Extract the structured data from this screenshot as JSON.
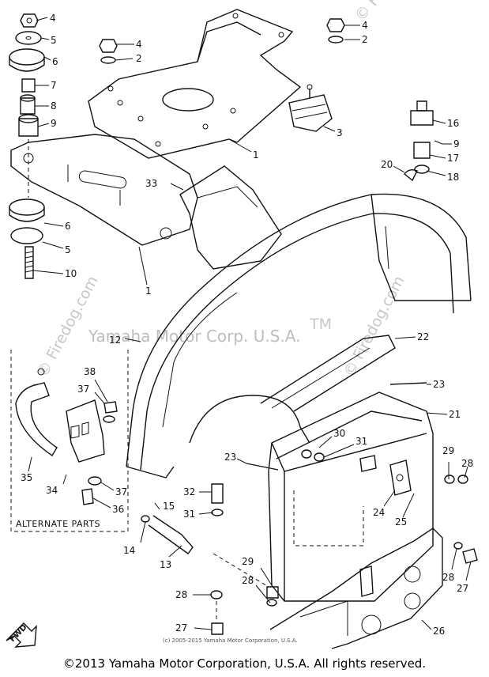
{
  "watermarks": {
    "main": "Yamaha Motor Corp. U.S.A.",
    "tm": "TM",
    "firedog_left": "© Firedog.com",
    "firedog_right": "© Firedog.com",
    "firedog_top": "© Firedog.com"
  },
  "alternate_parts_label": "ALTERNATE PARTS",
  "fwd_label": "FWD",
  "small_copyright": "(c) 2005-2015 Yamaha Motor Corporation, U.S.A.",
  "copyright": "©2013 Yamaha Motor Corporation, U.S.A. All rights reserved.",
  "callouts": {
    "c4a": "4",
    "c5a": "5",
    "c6a": "6",
    "c7": "7",
    "c8": "8",
    "c9a": "9",
    "c4b": "4",
    "c2a": "2",
    "c4c": "4",
    "c2b": "2",
    "c3": "3",
    "c1a": "1",
    "c16": "16",
    "c9b": "9",
    "c17": "17",
    "c20": "20",
    "c18": "18",
    "c33": "33",
    "c6b": "6",
    "c5b": "5",
    "c10": "10",
    "c1b": "1",
    "c12": "12",
    "c22": "22",
    "c38": "38",
    "c37a": "37",
    "c23a": "23",
    "c21": "21",
    "c35": "35",
    "c34": "34",
    "c37b": "37",
    "c36": "36",
    "c30": "30",
    "c31a": "31",
    "c29a": "29",
    "c28a": "28",
    "c23b": "23",
    "c15": "15",
    "c32": "32",
    "c31b": "31",
    "c24": "24",
    "c25": "25",
    "c14": "14",
    "c13": "13",
    "c29b": "29",
    "c28b": "28",
    "c28c": "28",
    "c27a": "27",
    "c28d": "28",
    "c27b": "27",
    "c26": "26"
  }
}
